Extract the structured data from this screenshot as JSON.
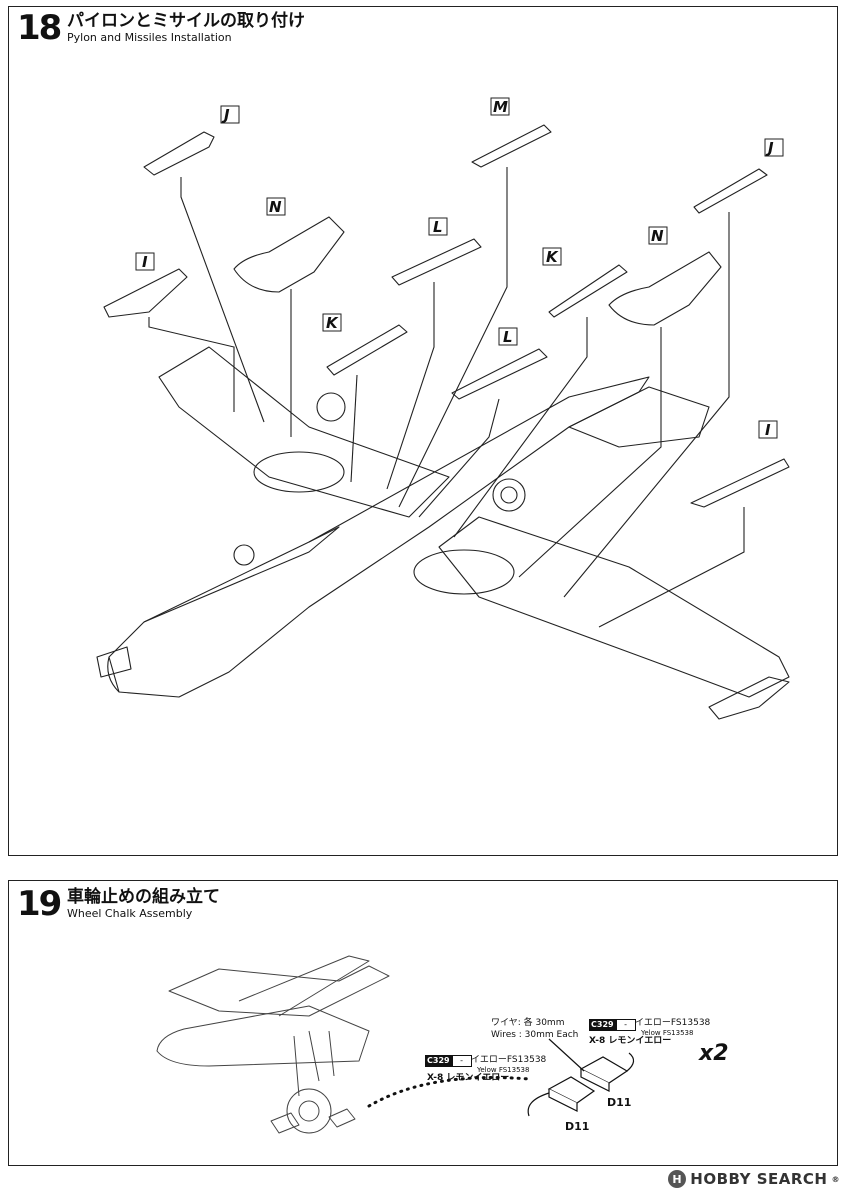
{
  "step18": {
    "number": "18",
    "title_jp": "パイロンとミサイルの取り付け",
    "title_en": "Pylon and Missiles Installation",
    "part_labels": [
      "J",
      "N",
      "I",
      "M",
      "L",
      "K",
      "L",
      "K",
      "J",
      "N",
      "I"
    ]
  },
  "step19": {
    "number": "19",
    "title_jp": "車輪止めの組み立て",
    "title_en": "Wheel Chalk Assembly",
    "wire_jp": "ワイヤ: 各 30mm",
    "wire_en": "Wires : 30mm Each",
    "paint_left": {
      "code": "C329",
      "dash": "-",
      "jp": "イエローFS13538",
      "en": "Yelow FS13538",
      "x_code": "X-8 レモンイエロー"
    },
    "paint_right": {
      "code": "C329",
      "dash": "-",
      "jp": "イエローFS13538",
      "en": "Yelow FS13538",
      "x_code": "X-8 レモンイエロー"
    },
    "part_left": "D11",
    "part_right": "D11",
    "multiplier": "x2"
  },
  "watermark": {
    "brand": "HOBBY SEARCH",
    "mark": "H",
    "trade": "®"
  }
}
